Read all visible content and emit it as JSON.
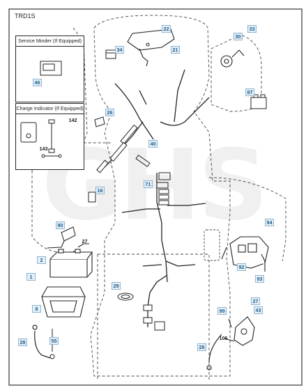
{
  "diagram": {
    "code": "TRD1S",
    "insets": {
      "service_minder": "Service Minder (If Equipped)",
      "charge_indicator": "Charge Indicator (If Equipped)"
    },
    "callouts": {
      "p22": "22",
      "p21": "21",
      "p34": "34",
      "p30": "30",
      "p33": "33",
      "p46": "46",
      "p87": "87",
      "p26": "26",
      "p142": "142",
      "p143": "143",
      "p40": "40",
      "p16": "16",
      "p71": "71",
      "p90": "90",
      "p27": "27",
      "p2": "2",
      "p1": "1",
      "p94": "94",
      "p92": "92",
      "p93": "93",
      "p29": "29",
      "p8": "8",
      "p99": "99",
      "p27b": "27",
      "p43": "43",
      "p28": "28",
      "p55": "55",
      "p106": "106",
      "p28b": "28"
    }
  }
}
